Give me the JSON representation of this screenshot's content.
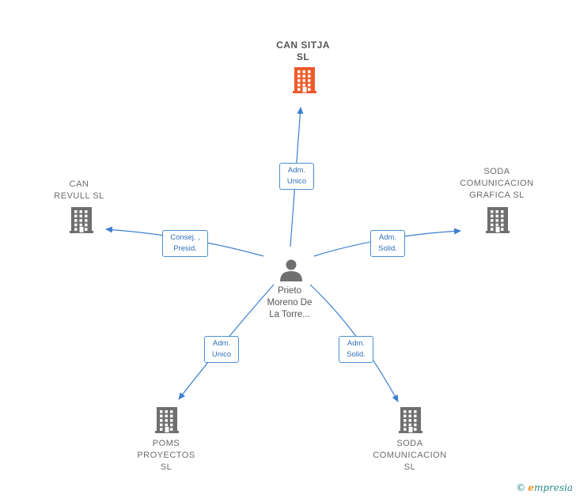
{
  "colors": {
    "edge": "#3d7fd0",
    "building": "#6f6f6f",
    "building_highlight": "#ee5a2a",
    "person": "#6f6f6f"
  },
  "center": {
    "icon": "person-icon",
    "label": "Prieto\nMoreno De\nLa Torre..."
  },
  "nodes": [
    {
      "id": "can-sitja",
      "label": "CAN SITJA\nSL",
      "icon": "building-icon",
      "highlight": true,
      "role": "Adm.\nUnico"
    },
    {
      "id": "can-revull",
      "label": "CAN\nREVULL SL",
      "icon": "building-icon",
      "highlight": false,
      "role": "Consej. ,\nPresid."
    },
    {
      "id": "soda-grafica",
      "label": "SODA\nCOMUNICACION\nGRAFICA SL",
      "icon": "building-icon",
      "highlight": false,
      "role": "Adm.\nSolid."
    },
    {
      "id": "poms",
      "label": "POMS\nPROYECTOS\nSL",
      "icon": "building-icon",
      "highlight": false,
      "role": "Adm.\nUnico"
    },
    {
      "id": "soda",
      "label": "SODA\nCOMUNICACION\nSL",
      "icon": "building-icon",
      "highlight": false,
      "role": "Adm.\nSolid."
    }
  ],
  "footer": {
    "copyright_symbol": "©",
    "brand_initial": "e",
    "brand_rest": "mpresia"
  }
}
